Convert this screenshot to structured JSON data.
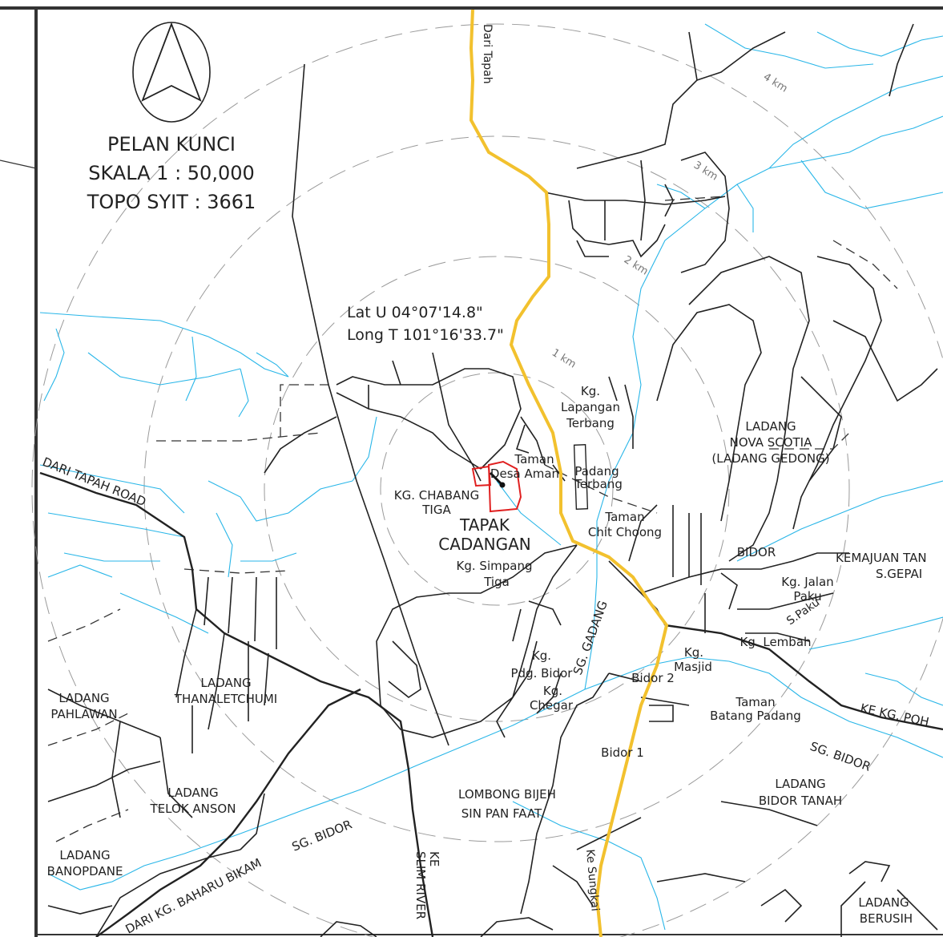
{
  "map": {
    "title_lines": [
      "PELAN KUNCI",
      "SKALA 1 : 50,000",
      "TOPO SYIT : 3661"
    ],
    "coordinates": [
      "Lat U 04°07'14.8\"",
      "Long T 101°16'33.7\""
    ],
    "site_label": [
      "TAPAK",
      "CADANGAN"
    ],
    "north_arrow_icon": "north-arrow-icon",
    "distance_rings": [
      "1 km",
      "2 km",
      "3 km",
      "4 km"
    ],
    "colors": {
      "highway": "#f2c12e",
      "river": "#29b6e8",
      "site_boundary": "#e02020",
      "road": "#222222",
      "ring": "#9a9a9a"
    }
  },
  "labels": {
    "dari_tapah": "Dari Tapah",
    "kg_lapangan": [
      "Kg.",
      "Lapangan",
      "Terbang"
    ],
    "taman_desa": [
      "Taman",
      "Desa Aman"
    ],
    "padang_terbang": [
      "Padang",
      "Terbang"
    ],
    "kg_chabang": [
      "KG. CHABANG",
      "TIGA"
    ],
    "ladang_nova": [
      "LADANG",
      "NOVA SCOTIA",
      "(LADANG GEDONG)"
    ],
    "taman_chit": [
      "Taman",
      "Chit Choong"
    ],
    "bidor": "BIDOR",
    "kemajuan": [
      "KEMAJUAN TAN",
      "S.GEPAI"
    ],
    "kg_simpang": [
      "Kg. Simpang",
      "Tiga"
    ],
    "kg_jalan_paku": [
      "Kg. Jalan",
      "Paku"
    ],
    "s_paku": "S.Paku",
    "kg_lembah": "Kg. Lembah",
    "kg_masjid": [
      "Kg.",
      "Masjid"
    ],
    "kg_pdg_bidor": [
      "Kg.",
      "Pdg. Bidor"
    ],
    "kg_chegar": [
      "Kg.",
      "Chegar"
    ],
    "bidor_2": "Bidor 2",
    "bidor_1": "Bidor 1",
    "taman_batang": [
      "Taman",
      "Batang Padang"
    ],
    "ke_kg_poh": "KE KG. POH",
    "sg_bidor_east": "SG. BIDOR",
    "sg_gadang": "SG. GADANG",
    "dari_tapah_road": "DARI TAPAH ROAD",
    "ladang_pahlawan": [
      "LADANG",
      "PAHLAWAN"
    ],
    "ladang_thanaletchumi": [
      "LADANG",
      "THANALETCHUMI"
    ],
    "ladang_telok": [
      "LADANG",
      "TELOK ANSON"
    ],
    "ladang_banopdane": [
      "LADANG",
      "BANOPDANE"
    ],
    "lombong": [
      "LOMBONG BIJEH",
      "SIN PAN FAAT"
    ],
    "ladang_bidor_tanah": [
      "LADANG",
      "BIDOR TANAH"
    ],
    "ladang_berusih": [
      "LADANG",
      "BERUSIH"
    ],
    "sg_bidor_west": "SG. BIDOR",
    "dari_kg_baharu": "DARI KG. BAHARU BIKAM",
    "ke_slim_river": [
      "KE",
      "SLIM RIVER"
    ],
    "ke_sungkai": "Ke Sungkai"
  }
}
